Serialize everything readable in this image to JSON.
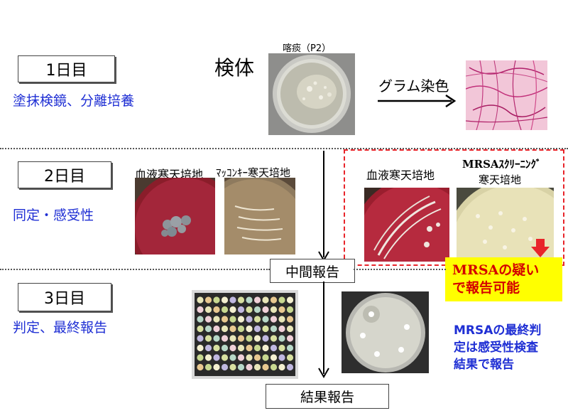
{
  "day1": {
    "box": "1日目",
    "desc": "塗抹検鏡、分離培養",
    "specimen_label": "検体",
    "sample_label": "喀痰（P2）",
    "stain_label": "グラム染色"
  },
  "day2": {
    "box": "2日目",
    "desc": "同定・感受性",
    "blood_agar_label": "血液寒天培地",
    "macconkey_label": "ﾏｯｺﾝｷｰ寒天培地",
    "mrsa_blood_label": "血液寒天培地",
    "mrsa_screen_label_line1": "MRSAｽｸﾘｰﾆﾝｸﾞ",
    "mrsa_screen_label_line2": "寒天培地",
    "mrsa_suspect_line1": "MRSAの疑い",
    "mrsa_suspect_line2": "で報告可能"
  },
  "interim_report": "中間報告",
  "day3": {
    "box": "3日目",
    "desc": "判定、最終報告",
    "final_note_line1": "MRSAの最終判",
    "final_note_line2": "定は感受性検査",
    "final_note_line3": "結果で報告"
  },
  "final_report": "結果報告",
  "colors": {
    "blue_text": "#1f2fd4",
    "red_dashed": "#e8242a",
    "highlight_bg": "#ffff00",
    "highlight_text": "#d40000",
    "arrow_red": "#e8242a"
  }
}
